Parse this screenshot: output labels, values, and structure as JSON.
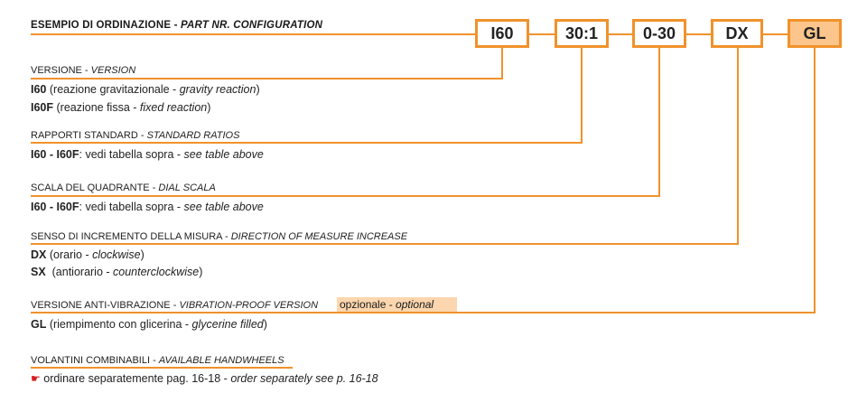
{
  "header": {
    "title_it": "ESEMPIO DI ORDINAZIONE",
    "title_sep": " - ",
    "title_en": "PART NR. CONFIGURATION"
  },
  "codes": [
    "I60",
    "30:1",
    "0-30",
    "DX",
    "GL"
  ],
  "sections": {
    "versione": {
      "heading_it": "VERSIONE",
      "heading_en": "VERSION",
      "lines": [
        {
          "code": "I60",
          "it": " (reazione gravitazionale - ",
          "en": "gravity reaction",
          "end": ")"
        },
        {
          "code": "I60F",
          "it": " (reazione fissa - ",
          "en": "fixed reaction",
          "end": ")"
        }
      ]
    },
    "rapporti": {
      "heading_it": "RAPPORTI STANDARD",
      "heading_en": "STANDARD RATIOS",
      "lines": [
        {
          "code": "I60 - I60F",
          "it": ": vedi tabella sopra - ",
          "en": "see table above",
          "end": ""
        }
      ]
    },
    "scala": {
      "heading_it": "SCALA DEL QUADRANTE",
      "heading_en": "DIAL SCALA",
      "lines": [
        {
          "code": "I60 - I60F",
          "it": ": vedi tabella sopra - ",
          "en": "see table above",
          "end": ""
        }
      ]
    },
    "senso": {
      "heading_it": "SENSO DI INCREMENTO DELLA MISURA",
      "heading_en": "DIRECTION OF MEASURE INCREASE",
      "lines": [
        {
          "code": "DX",
          "it": " (orario - ",
          "en": "clockwise",
          "end": ")"
        },
        {
          "code": "SX",
          "it": "  (antiorario - ",
          "en": "counterclockwise",
          "end": ")"
        }
      ]
    },
    "anti": {
      "heading_it": "VERSIONE ANTI-VIBRAZIONE ",
      "heading_en": "VIBRATION-PROOF VERSION",
      "optional_it": "opzionale - ",
      "optional_en": "optional",
      "lines": [
        {
          "code": "GL",
          "it": " (riempimento con glicerina - ",
          "en": "glycerine filled",
          "end": ")"
        }
      ]
    },
    "volantini": {
      "heading_it": "VOLANTINI COMBINABILI",
      "heading_en": "AVAILABLE HANDWHEELS",
      "note_it": " ordinare separatemente pag. 16-18 - ",
      "note_en": "order separately see p. 16-18"
    }
  },
  "colors": {
    "accent": "#f0922b",
    "accent_fill": "#fbc58c",
    "optional_fill": "#fbd6ae",
    "pointer": "#d9201f"
  },
  "icons": {
    "pointer": "pointing-hand-icon"
  }
}
